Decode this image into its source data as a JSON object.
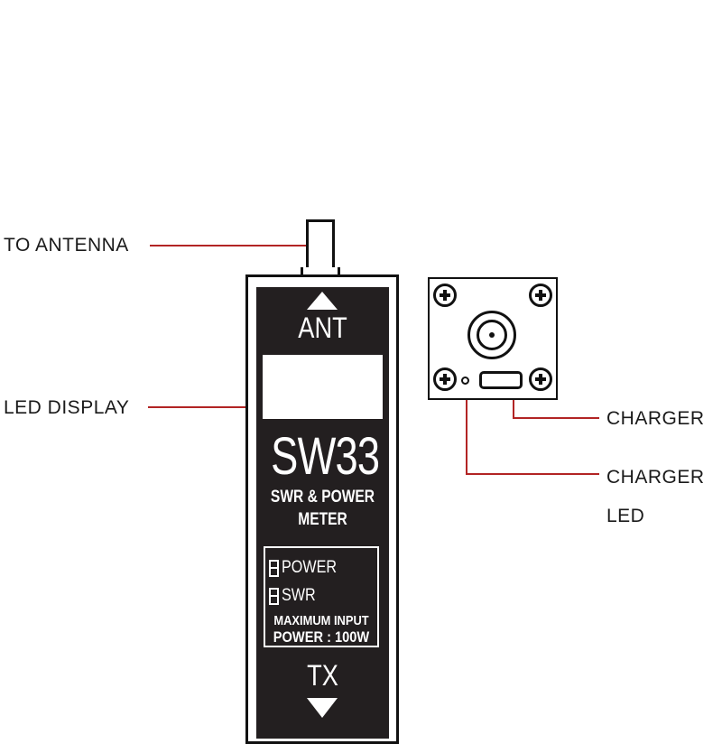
{
  "callouts": {
    "to_antenna": "TO ANTENNA",
    "led_display": "LED DISPLAY",
    "charger": "CHARGER",
    "charger_led_line1": "CHARGER",
    "charger_led_line2": "LED"
  },
  "meter": {
    "ant_label": "ANT",
    "model": "SW33",
    "subtitle_line1": "SWR & POWER",
    "subtitle_line2": "METER",
    "modes": [
      "POWER",
      "SWR"
    ],
    "spec_line1": "MAXIMUM INPUT",
    "spec_line2": "POWER : 100W",
    "tx_label": "TX"
  },
  "icons": {
    "up_arrow": "arrow-up-icon",
    "down_arrow": "arrow-down-icon",
    "screw": "screw-icon",
    "antenna_connector": "sma-connector-icon",
    "usb_port": "usb-port-icon",
    "led": "led-indicator-icon"
  },
  "colors": {
    "leader_line": "#b22424",
    "meter_face": "#231f20",
    "background": "#ffffff"
  }
}
